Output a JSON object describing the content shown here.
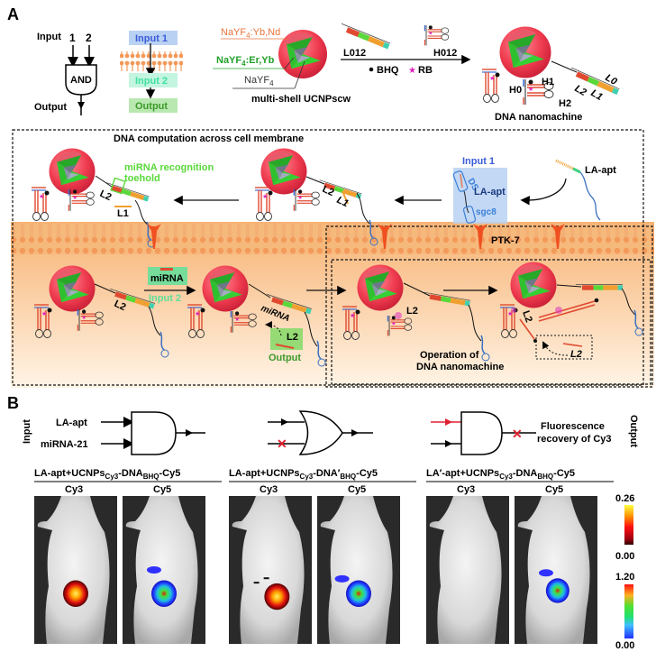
{
  "panel_a": {
    "label": "A",
    "and_gate": {
      "inputs_label": "Input",
      "input1": "1",
      "input2": "2",
      "gate": "AND",
      "output": "Output"
    },
    "flow": {
      "input1": "Input 1",
      "input2": "Input 2",
      "output": "Output"
    },
    "ucnp": {
      "shell_outer": "NaYF4:Yb,Nd",
      "shell_middle": "NaYF4:Er,Yb",
      "core": "NaYF4",
      "caption": "multi-shell UCNPscw"
    },
    "assembly": {
      "step1": "L012",
      "step2": "H012",
      "legend_bhq": "BHQ",
      "legend_rb": "RB"
    },
    "machine": {
      "caption": "DNA nanomachine",
      "labels": [
        "H0",
        "H1",
        "H2",
        "L2",
        "L1",
        "L0"
      ]
    },
    "membrane_box": {
      "title": "DNA computation across cell membrane",
      "toehold": "miRNA recognition\ntoehold",
      "toehold_line1": "miRNA recognition",
      "toehold_line2": "toehold",
      "l2": "L2",
      "l1": "L1",
      "input1": "Input 1",
      "ds": "DS",
      "la_apt": "LA-apt",
      "sgc8": "sgc8",
      "free_la_apt": "LA-apt",
      "receptor": "PTK-7"
    },
    "inside": {
      "mirna": "miRNA",
      "input2": "Input 2",
      "l2": "L2",
      "mirna_bound": "miRNA",
      "output_l2": "L2",
      "output": "Output",
      "op_l2": "L2",
      "op_caption_line1": "Operation of",
      "op_caption_line2": "DNA nanomachine",
      "released_l2": "L2"
    }
  },
  "panel_b": {
    "label": "B",
    "input_axis": "Input",
    "output_axis": "Output",
    "gate1": {
      "in1": "LA-apt",
      "in2": "miRNA-21"
    },
    "gate3": {
      "out_line1": "Fluorescence",
      "out_line2": "recovery of Cy3"
    },
    "groups": [
      {
        "title": "LA-apt+UCNPs",
        "sub1": "Cy3",
        "mid": "-DNA",
        "sub2": "BHQ",
        "tail": "-Cy5",
        "ch1": "Cy3",
        "ch2": "Cy5"
      },
      {
        "title": "LA-apt+UCNPs",
        "sub1": "Cy3",
        "mid": "-DNA′",
        "sub2": "BHQ",
        "tail": "-Cy5",
        "ch1": "Cy3",
        "ch2": "Cy5"
      },
      {
        "title": "LA′-apt+UCNPs",
        "sub1": "Cy3",
        "mid": "-DNA",
        "sub2": "BHQ",
        "tail": "-Cy5",
        "ch1": "Cy3",
        "ch2": "Cy5"
      }
    ],
    "scale_cy3": {
      "max": "0.26",
      "min": "0.00"
    },
    "scale_cy5": {
      "max": "1.20",
      "min": "0.00"
    }
  },
  "colors": {
    "nd": "#e8733a",
    "er": "#22a02a",
    "input1": "#3a5bd8",
    "input1_bg": "#b9d1f3",
    "input2": "#3fe0a0",
    "input2_bg": "#c3f5e0",
    "output": "#3c9a2a",
    "output_bg": "#b9e8b0",
    "membrane": "#f6b97c",
    "toehold": "#5ad83a",
    "red_x": "#e02030",
    "rb_star": "#e020c0"
  }
}
